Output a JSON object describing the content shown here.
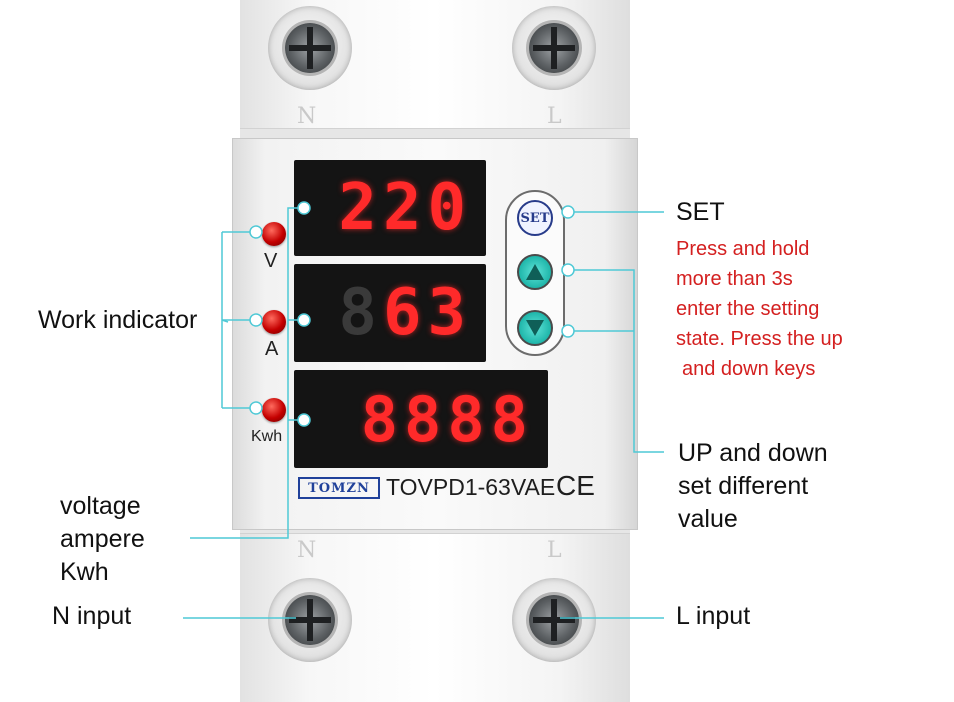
{
  "terminals": {
    "top_n": "N",
    "top_l": "L",
    "bottom_n": "N",
    "bottom_l": "L"
  },
  "displays": {
    "voltage": "220",
    "current": "63",
    "current_ghost": "8",
    "energy": "8888"
  },
  "indicators": {
    "v_label": "V",
    "a_label": "A",
    "kwh_label": "Kwh"
  },
  "keys": {
    "set_label": "SET"
  },
  "device": {
    "brand": "TOMZN",
    "model": "TOVPD1-63VAE",
    "cert": "CE"
  },
  "annotations": {
    "work_indicator": "Work indicator",
    "voltage_ampere_kwh": [
      "voltage",
      "ampere",
      "Kwh"
    ],
    "n_input": "N input",
    "set": "SET",
    "set_desc": [
      "Press and hold",
      "more than 3s",
      "enter the setting",
      "state. Press the up",
      "and down keys"
    ],
    "up_down": [
      "UP and down",
      "set different",
      "value"
    ],
    "l_input": "L input"
  },
  "colors": {
    "segment_red": "#ff2a2a",
    "annotation_red": "#d42020",
    "callout_line": "#4fc9d6",
    "brand_blue": "#20419a",
    "key_teal": "#1fb6aa"
  }
}
